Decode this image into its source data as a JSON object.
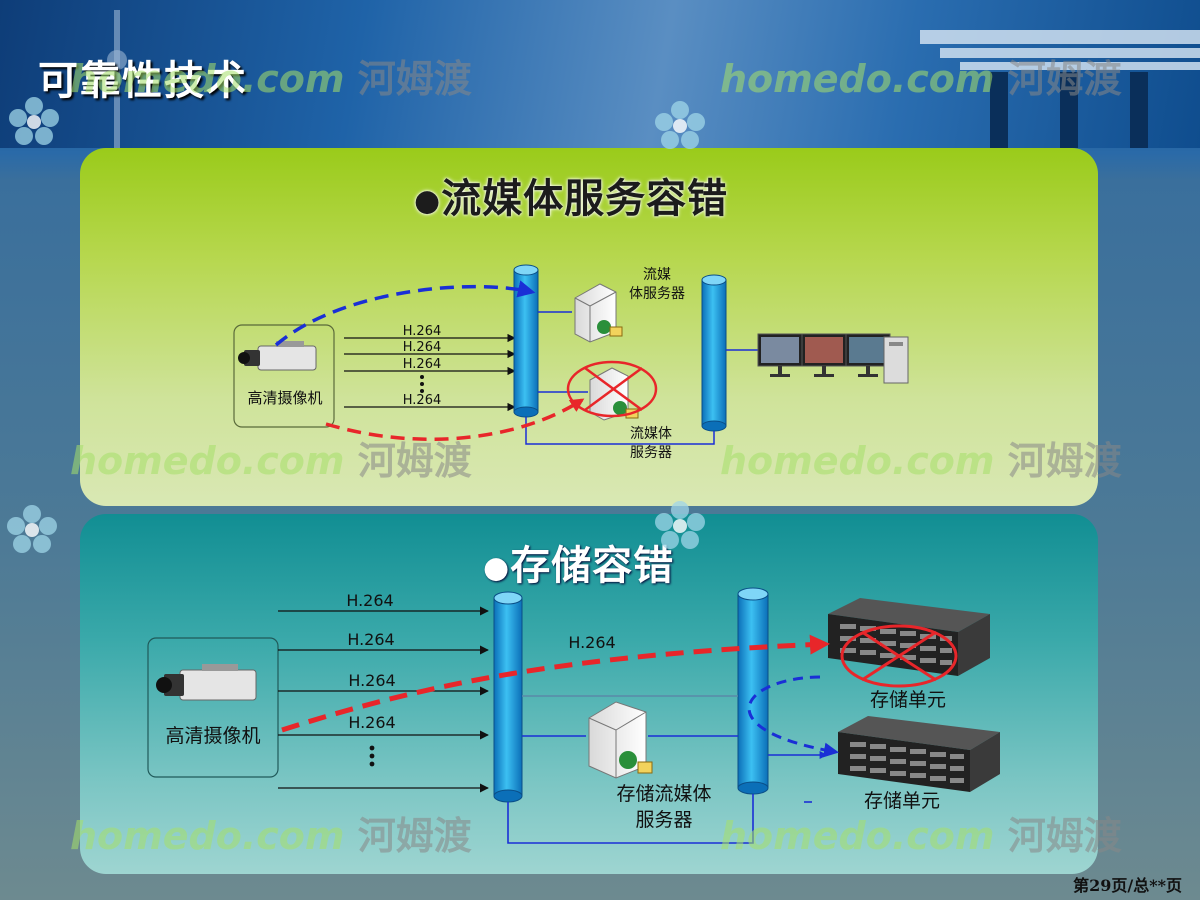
{
  "slide": {
    "title": "可靠性技术",
    "footer": "第29页/总**页"
  },
  "watermark": {
    "latin": "homedo.com",
    "cjk": "河姆渡"
  },
  "section_stream": {
    "heading": "流媒体服务容错",
    "camera_label": "高清摄像机",
    "stream_labels": [
      "H.264",
      "H.264",
      "H.264",
      "H.264"
    ],
    "server_top_label": [
      "流媒",
      "体服务器"
    ],
    "server_bottom_label": [
      "流媒体",
      "服务器"
    ]
  },
  "section_storage": {
    "heading": "存储容错",
    "camera_label": "高清摄像机",
    "stream_labels": [
      "H.264",
      "H.264",
      "H.264",
      "H.264"
    ],
    "redirect_label": "H.264",
    "server_label": [
      "存储流媒体",
      "服务器"
    ],
    "storage_top_label": "存储单元",
    "storage_bottom_label": "存储单元"
  },
  "colors": {
    "fault_red": "#e8262a",
    "failover_blue": "#1a2fd6",
    "bus_blue": "#1f9be0"
  }
}
